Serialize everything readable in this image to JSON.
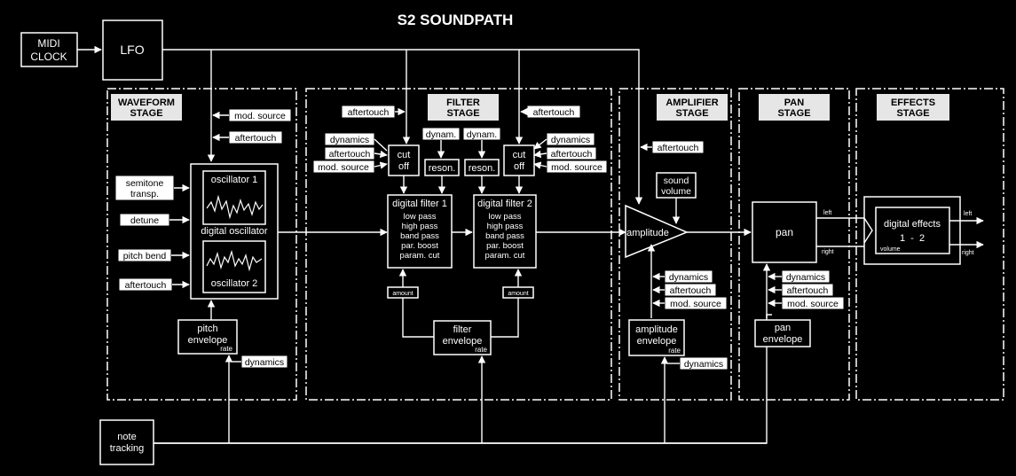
{
  "title": "S2 SOUNDPATH",
  "sources": {
    "midi_clock": [
      "MIDI",
      "CLOCK"
    ],
    "lfo": "LFO",
    "note_tracking": [
      "note",
      "tracking"
    ]
  },
  "stages": {
    "waveform": [
      "WAVEFORM",
      "STAGE"
    ],
    "filter": [
      "FILTER",
      "STAGE"
    ],
    "amplifier": [
      "AMPLIFIER",
      "STAGE"
    ],
    "pan": [
      "PAN",
      "STAGE"
    ],
    "effects": [
      "EFFECTS",
      "STAGE"
    ]
  },
  "waveform": {
    "mod_source": "mod. source",
    "aftertouch_top": "aftertouch",
    "semitone": [
      "semitone",
      "transp."
    ],
    "detune": "detune",
    "pitch_bend": "pitch bend",
    "aftertouch": "aftertouch",
    "oscillator1": "oscillator 1",
    "digital_oscillator": "digital oscillator",
    "oscillator2": "oscillator 2",
    "pitch_envelope": [
      "pitch",
      "envelope"
    ],
    "rate": "rate",
    "dynamics": "dynamics"
  },
  "filter": {
    "aftertouch_left": "aftertouch",
    "aftertouch_right": "aftertouch",
    "dynamics_left": "dynamics",
    "aftertouch_left2": "aftertouch",
    "mod_source_left": "mod. source",
    "dynamics_right": "dynamics",
    "aftertouch_right2": "aftertouch",
    "mod_source_right": "mod. source",
    "cutoff": [
      "cut",
      "off"
    ],
    "dynam": "dynam.",
    "reson": "reson.",
    "filter1_title": "digital filter 1",
    "filter2_title": "digital filter 2",
    "modes": [
      "low pass",
      "high pass",
      "band pass",
      "par. boost",
      "param. cut"
    ],
    "amount": "amount",
    "filter_envelope": [
      "filter",
      "envelope"
    ],
    "rate": "rate"
  },
  "amplifier": {
    "aftertouch": "aftertouch",
    "sound_volume": [
      "sound",
      "volume"
    ],
    "amplitude": "amplitude",
    "dynamics": "dynamics",
    "aftertouch2": "aftertouch",
    "mod_source": "mod. source",
    "amp_envelope": [
      "amplitude",
      "envelope"
    ],
    "rate": "rate",
    "dynamics2": "dynamics"
  },
  "pan": {
    "pan": "pan",
    "left": "left",
    "right": "right",
    "dynamics": "dynamics",
    "aftertouch": "aftertouch",
    "mod_source": "mod. source",
    "pan_envelope": [
      "pan",
      "envelope"
    ]
  },
  "effects": {
    "digital_effects": "digital effects",
    "one_two": "1  -  2",
    "volume": "volume",
    "left": "left",
    "right": "right"
  }
}
